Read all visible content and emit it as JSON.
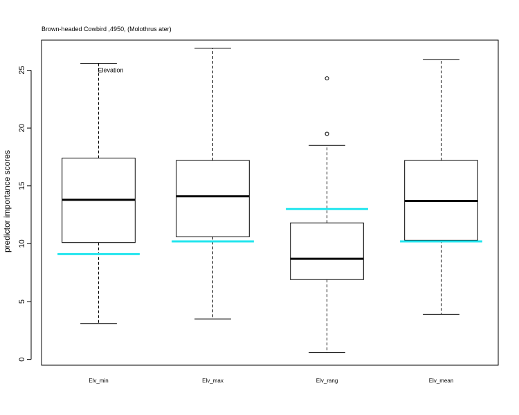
{
  "chart_data": {
    "type": "box",
    "title": "Brown-headed Cowbird ,4950, (Molothrus ater)",
    "xlabel": "",
    "ylabel": "predictor importance scores",
    "ylim": [
      -0.5,
      27.6
    ],
    "yticks": [
      0,
      5,
      10,
      15,
      20,
      25
    ],
    "grid": false,
    "annotation": {
      "text": "Elevation",
      "x": "Elv_min",
      "y": 25.0,
      "color": "#00cc00"
    },
    "reference_color": "#22e5ee",
    "categories": [
      "Elv_min",
      "Elv_max",
      "Elv_rang",
      "Elv_mean"
    ],
    "boxes": [
      {
        "name": "Elv_min",
        "whisker_low": 3.1,
        "q1": 10.1,
        "median": 13.8,
        "q3": 17.4,
        "whisker_high": 25.6,
        "outliers": [],
        "reference": 9.1
      },
      {
        "name": "Elv_max",
        "whisker_low": 3.5,
        "q1": 10.6,
        "median": 14.1,
        "q3": 17.2,
        "whisker_high": 26.9,
        "outliers": [],
        "reference": 10.2
      },
      {
        "name": "Elv_rang",
        "whisker_low": 0.6,
        "q1": 6.9,
        "median": 8.7,
        "q3": 11.8,
        "whisker_high": 18.5,
        "outliers": [
          19.5,
          24.3
        ],
        "reference": 13.0
      },
      {
        "name": "Elv_mean",
        "whisker_low": 3.9,
        "q1": 10.3,
        "median": 13.7,
        "q3": 17.2,
        "whisker_high": 25.9,
        "outliers": [],
        "reference": 10.2
      }
    ]
  }
}
